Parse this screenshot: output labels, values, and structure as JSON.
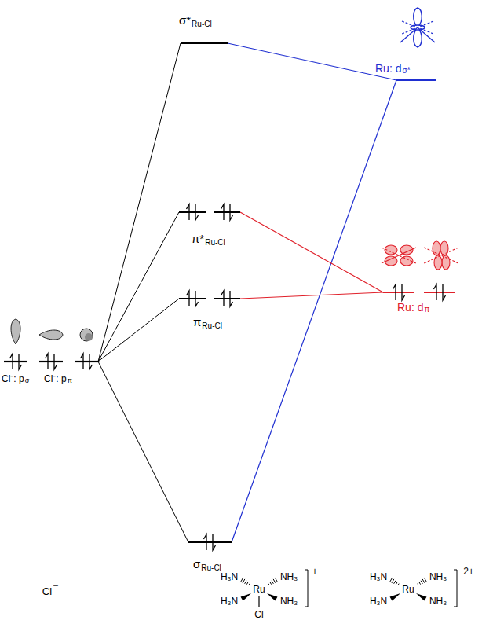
{
  "diagram": {
    "labels": [
      "σ*",
      "Ru-Cl",
      "Ru: d",
      "σ*",
      "π*",
      "Ru-Cl",
      "π",
      "Ru-Cl",
      "Ru: d",
      "π",
      "Cl⁻: p",
      "σ",
      "Cl⁻: p",
      "π",
      "σ",
      "Ru-Cl",
      "Cl",
      "−",
      "H₃N",
      "NH₃",
      "H₃N",
      "NH₃",
      "Ru",
      "Cl",
      "+",
      "H₃N",
      "NH₃",
      "H₃N",
      "NH₃",
      "Ru",
      "2+"
    ]
  }
}
